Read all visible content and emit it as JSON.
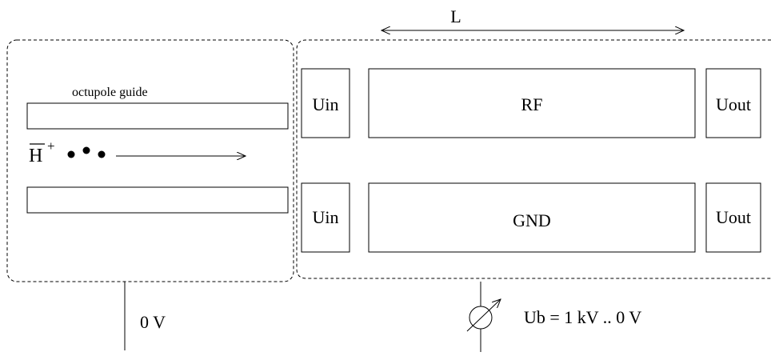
{
  "dimension_label": "L",
  "left_region": {
    "guide_label": "octupole guide",
    "particle_symbol": "H",
    "particle_charge": "+",
    "potential_label": "0 V"
  },
  "right_region": {
    "upper_row": {
      "in_label": "Uin",
      "center_label": "RF",
      "out_label": "Uout"
    },
    "lower_row": {
      "in_label": "Uin",
      "center_label": "GND",
      "out_label": "Uout"
    },
    "supply_label": "Ub = 1 kV .. 0 V"
  }
}
